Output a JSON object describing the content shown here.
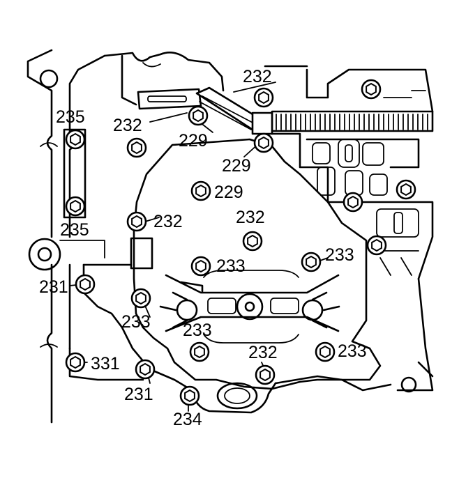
{
  "labels": {
    "l232_top": "232",
    "l235_top": "235",
    "l232_left": "232",
    "l229_a": "229",
    "l229_b": "229",
    "l229_c": "229",
    "l232_mid_left": "232",
    "l232_center": "232",
    "l235_bottom": "235",
    "l233_mid": "233",
    "l233_right_top": "233",
    "l231_left": "231",
    "l233_bottom_left": "233",
    "l233_center": "233",
    "l331": "331",
    "l232_bottom": "232",
    "l233_bottom_right": "233",
    "l231_bottom": "231",
    "l234": "234"
  },
  "bolt_icon": "hex-bolt-icon",
  "colors": {
    "ink": "#000000",
    "paper": "#ffffff"
  }
}
